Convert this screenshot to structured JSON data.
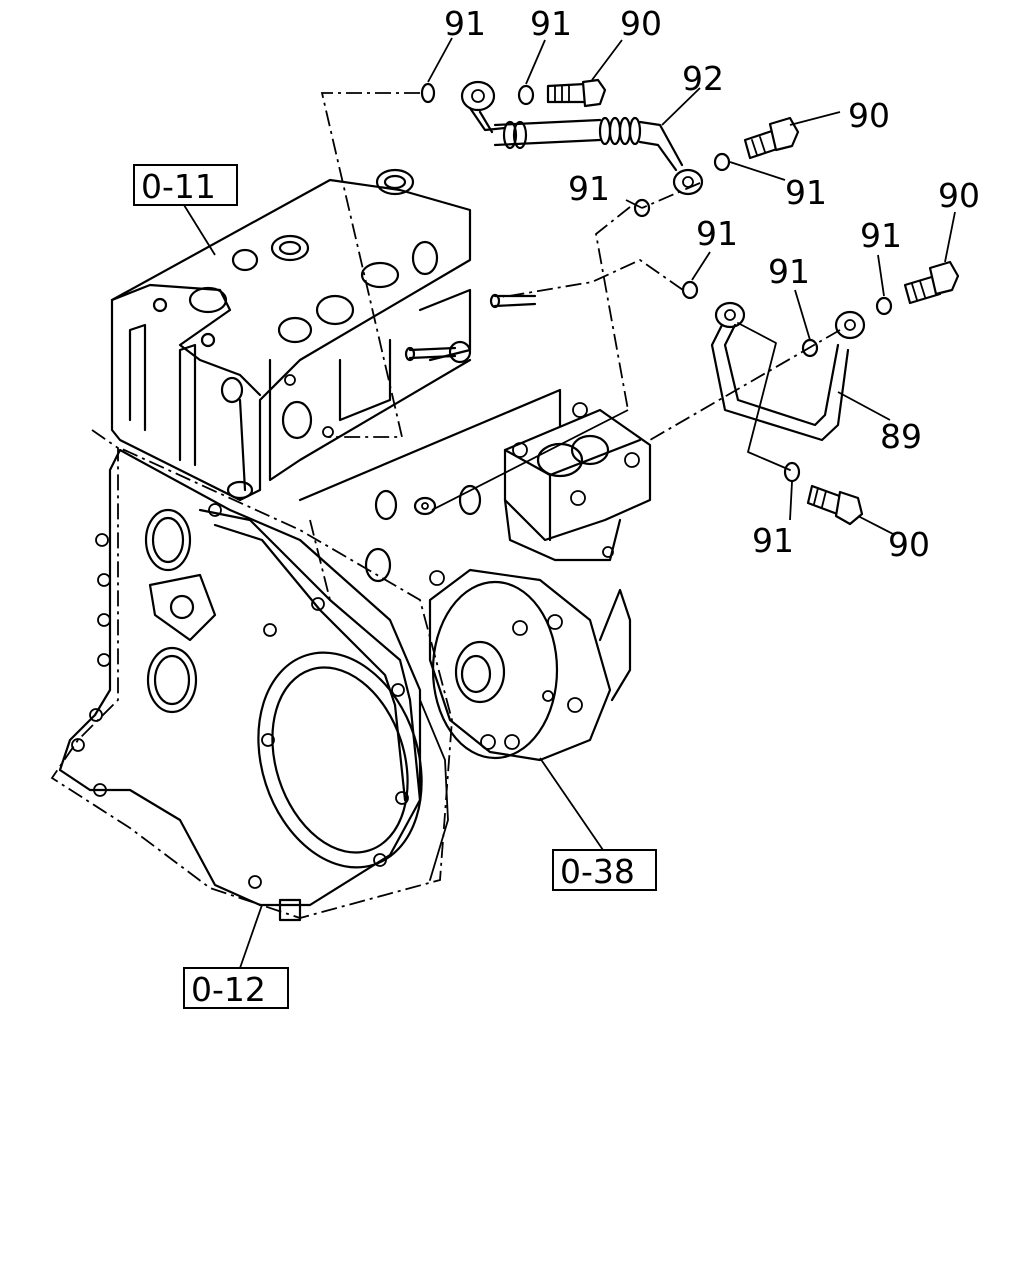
{
  "callouts": [
    {
      "id": "c1",
      "label": "91"
    },
    {
      "id": "c2",
      "label": "91"
    },
    {
      "id": "c3",
      "label": "90"
    },
    {
      "id": "c4",
      "label": "92"
    },
    {
      "id": "c5",
      "label": "90"
    },
    {
      "id": "c6",
      "label": "91"
    },
    {
      "id": "c7",
      "label": "91"
    },
    {
      "id": "c8",
      "label": "90"
    },
    {
      "id": "c9",
      "label": "91"
    },
    {
      "id": "c10",
      "label": "91"
    },
    {
      "id": "c11",
      "label": "91"
    },
    {
      "id": "c12",
      "label": "89"
    },
    {
      "id": "c13",
      "label": "91"
    },
    {
      "id": "c14",
      "label": "90"
    }
  ],
  "references": [
    {
      "id": "r1",
      "label": "0-11"
    },
    {
      "id": "r2",
      "label": "0-38"
    },
    {
      "id": "r3",
      "label": "0-12"
    }
  ]
}
